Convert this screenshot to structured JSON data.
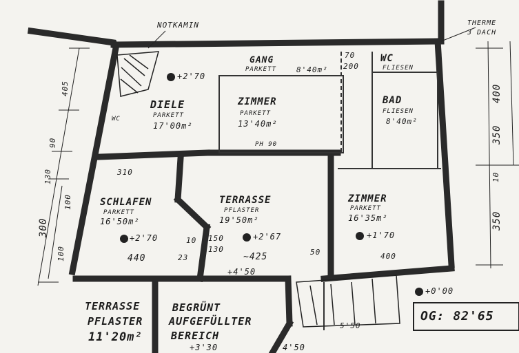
{
  "colors": {
    "ink": "#1e1e1e",
    "paper": "#f4f3ef",
    "wall": "#2a2a2a"
  },
  "annotations": {
    "notkamin": "NOTKAMIN",
    "therme": "THERME",
    "dach": "3 DACH",
    "og_total": "OG: 82'65"
  },
  "rooms": {
    "diele": {
      "name": "DIELE",
      "floor": "PARKETT",
      "area": "17'00m²"
    },
    "gang": {
      "name": "GANG",
      "floor": "PARKETT",
      "area": "8'40m²"
    },
    "wc": {
      "name": "WC",
      "floor": "FLIESEN"
    },
    "bad": {
      "name": "BAD",
      "floor": "FLIESEN",
      "area": "8'40m²"
    },
    "zimmer1": {
      "name": "ZIMMER",
      "floor": "PARKETT",
      "area": "13'40m²"
    },
    "schlafen": {
      "name": "SCHLAFEN",
      "floor": "PARKETT",
      "area": "16'50m²"
    },
    "terrasse_oben": {
      "name": "TERRASSE",
      "floor": "PFLASTER",
      "area": "19'50m²"
    },
    "zimmer2": {
      "name": "ZIMMER",
      "floor": "PARKETT",
      "area": "16'35m²"
    },
    "terrasse_unten": {
      "name": "TERRASSE",
      "floor": "PFLASTER",
      "area": "11'20m²"
    },
    "begruent": {
      "line1": "BEGRÜNT",
      "line2": "AUFGEFÜLLTER",
      "line3": "BEREICH"
    }
  },
  "levels": {
    "diele": "+2'70",
    "schlafen": "+2'70",
    "terrasse": "+2'67",
    "zimmer2": "+1'70",
    "bottom_mid": "+4'50",
    "stair": "+0'00",
    "bottom_a": "+3'30",
    "bottom_b": "4'50"
  },
  "dimensions": {
    "d310": "310",
    "d440": "440",
    "d425": "~425",
    "d400": "400",
    "d90": "PH 90",
    "d150a": "150",
    "d130": "130",
    "d70": "70",
    "d200": "200",
    "d100": "100",
    "d50": "50",
    "d23": "23",
    "d10": "10",
    "left_300": "300",
    "left_100": "100",
    "left_130": "130",
    "left_90": "90",
    "left_405": "405",
    "right_400": "400",
    "right_350a": "350",
    "right_350b": "350",
    "right_10": "10",
    "wc_lbl": "WC",
    "stufen": "5'50"
  }
}
